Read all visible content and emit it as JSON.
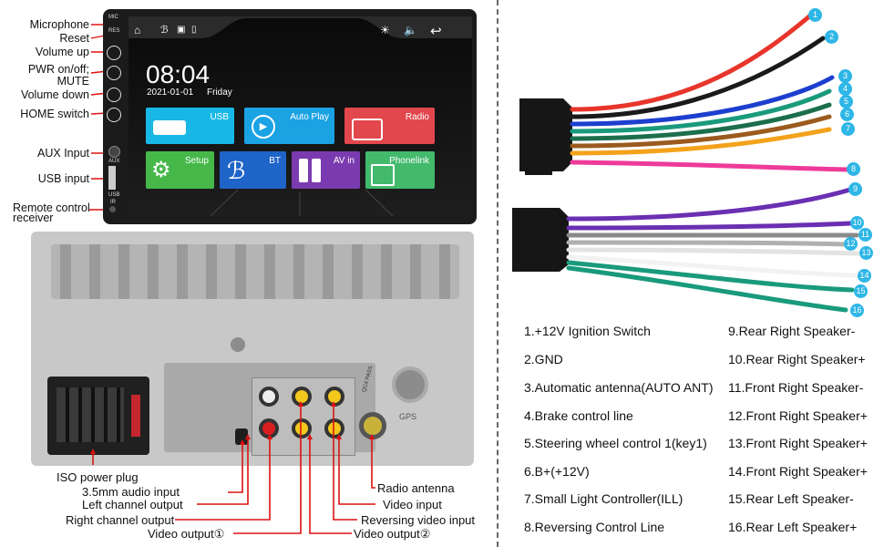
{
  "front_labels": {
    "microphone": "Microphone",
    "reset": "Reset",
    "volume_up": "Volume up",
    "pwr_mute_line1": "PWR on/off;",
    "pwr_mute_line2": "MUTE",
    "volume_down": "Volume down",
    "home_switch": "HOME switch",
    "aux_input": "AUX Input",
    "usb_input": "USB input",
    "remote_line1": "Remote control",
    "remote_line2": "receiver"
  },
  "panel_marks": {
    "mic": "MIC",
    "res": "RES",
    "aux": "AUX",
    "usb": "USB",
    "ir": "IR"
  },
  "screen": {
    "time": "08:04",
    "date": "2021-01-01",
    "day": "Friday",
    "tiles": [
      {
        "label": "USB",
        "color": "#17b8e6"
      },
      {
        "label": "Auto Play",
        "color": "#1aa2e3"
      },
      {
        "label": "Radio",
        "color": "#e2474d"
      },
      {
        "label": "Setup",
        "color": "#46b84a"
      },
      {
        "label": "BT",
        "color": "#1f64c9"
      },
      {
        "label": "AV in",
        "color": "#7b3bb0"
      },
      {
        "label": "Phonelink",
        "color": "#43b96c"
      }
    ]
  },
  "rear_labels": {
    "iso_power_plug": "ISO power plug",
    "audio_input": "3.5mm audio input",
    "left_channel": "Left channel output",
    "right_channel": "Right channel output",
    "video_output_1": "Video output①",
    "radio_antenna": "Radio antenna",
    "video_input": "Video input",
    "reversing_video_input": "Reversing video input",
    "video_output_2": "Video output②",
    "gps_mark": "GPS",
    "qc_mark": "QC4 PASS"
  },
  "wire_legend": [
    {
      "num": "1",
      "text": "1.+12V Ignition Switch",
      "color": "#e8352b"
    },
    {
      "num": "2",
      "text": "2.GND",
      "color": "#1a1a1a"
    },
    {
      "num": "3",
      "text": "3.Automatic antenna(AUTO ANT)",
      "color": "#1d3fcf"
    },
    {
      "num": "4",
      "text": "4.Brake control line",
      "color": "#1a9a7c"
    },
    {
      "num": "5",
      "text": "5.Steering wheel control 1(key1)",
      "color": "#1c6e4d"
    },
    {
      "num": "6",
      "text": "6.B+(+12V)",
      "color": "#9b5a1e"
    },
    {
      "num": "7",
      "text": "7.Small Light Controller(ILL)",
      "color": "#f4a21b"
    },
    {
      "num": "8",
      "text": "8.Reversing Control Line",
      "color": "#ee3b9a"
    },
    {
      "num": "9",
      "text": "9.Rear Right Speaker-",
      "color": "#6a2fb2"
    },
    {
      "num": "10",
      "text": "10.Rear Right Speaker+",
      "color": "#6a2fb2"
    },
    {
      "num": "11",
      "text": "11.Front Right Speaker-",
      "color": "#8a8a8a"
    },
    {
      "num": "12",
      "text": "12.Front Right Speaker+",
      "color": "#b0b0b0"
    },
    {
      "num": "13",
      "text": "13.Front Right Speaker+",
      "color": "#e3e3e3"
    },
    {
      "num": "14",
      "text": "14.Front Right Speaker+",
      "color": "#f2f2f2"
    },
    {
      "num": "15",
      "text": "15.Rear Left Speaker-",
      "color": "#1a9a7c"
    },
    {
      "num": "16",
      "text": "16.Rear Left Speaker+",
      "color": "#1a9a7c"
    }
  ]
}
